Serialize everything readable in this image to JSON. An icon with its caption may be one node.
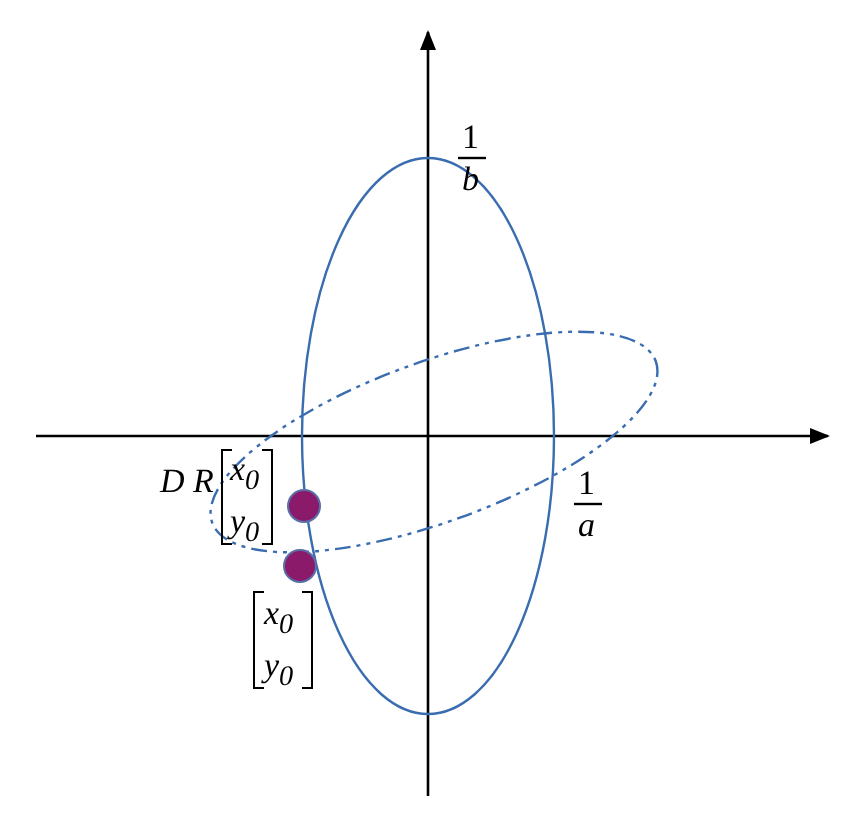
{
  "diagram": {
    "labels": [
      "1",
      "b",
      "1",
      "a",
      "D R",
      "x$_{0}$",
      "y$_{0}$",
      "x$_{0}$",
      "y$_{0}$"
    ]
  }
}
